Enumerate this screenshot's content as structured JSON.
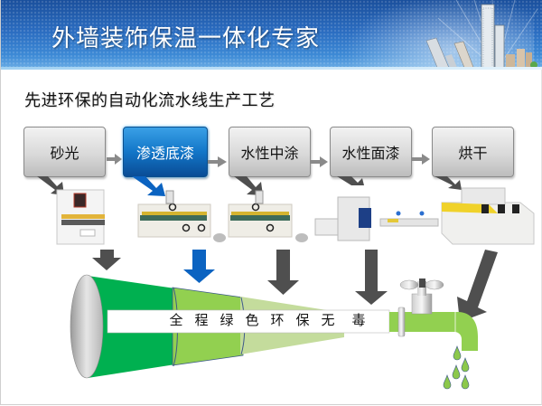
{
  "header": {
    "title": "外墙装饰保温一体化专家"
  },
  "subtitle": "先进环保的自动化流水线生产工艺",
  "steps": [
    {
      "label": "砂光",
      "active": false
    },
    {
      "label": "渗透底漆",
      "active": true
    },
    {
      "label": "水性中涂",
      "active": false
    },
    {
      "label": "水性面漆",
      "active": false
    },
    {
      "label": "烘干",
      "active": false
    }
  ],
  "machines": [
    {
      "name": "sanding-machine"
    },
    {
      "name": "primer-roller-coater"
    },
    {
      "name": "mid-coat-roller-coater"
    },
    {
      "name": "top-coat-spray-line"
    },
    {
      "name": "uv-drying-oven"
    }
  ],
  "pipe": {
    "chars": [
      "全",
      "程",
      "绿",
      "色",
      "环",
      "保",
      "无",
      "毒"
    ]
  },
  "colors": {
    "banner_blue": "#2a6cc0",
    "active_step_blue": "#1276c8",
    "arrow_gray": "#5a5a5a",
    "arrow_blue": "#0b63c1",
    "pipe_dark_green": "#00b050",
    "pipe_green": "#92d050",
    "pipe_light_green": "#c4dc9c",
    "drop_green": "#8cc84b"
  }
}
